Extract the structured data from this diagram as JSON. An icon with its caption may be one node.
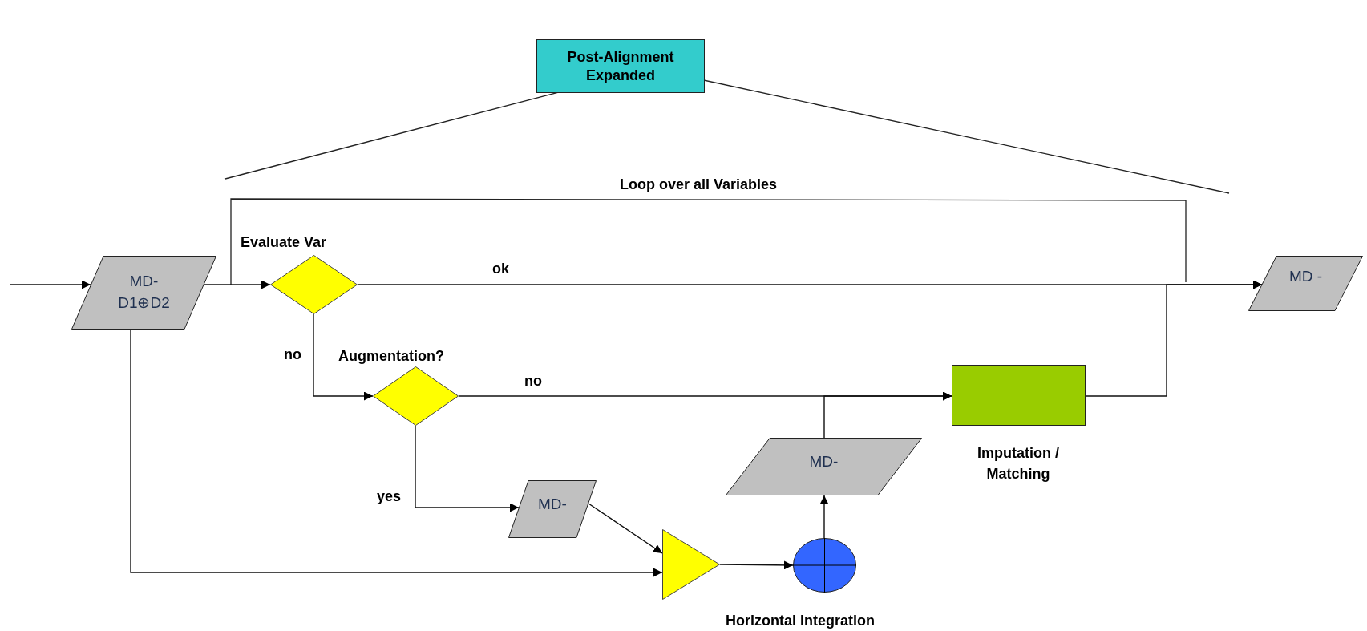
{
  "diagram": {
    "nodes": [
      {
        "text": [
          "Post-Alignment Expanded"
        ]
      },
      {
        "text": [
          "MD- D1⊕D2"
        ]
      },
      {
        "text": [],
        "shape": "diamond",
        "beside": [
          "Evaluate Var"
        ]
      },
      {
        "text": [],
        "shape": "diamond",
        "beside": [
          "Augmentation?"
        ]
      },
      {
        "text": [],
        "shape": "box",
        "beside": [
          "Imputation / Matching"
        ]
      },
      {
        "text": [
          "MD -"
        ]
      },
      {
        "text": [
          "MD-"
        ]
      },
      {
        "text": [
          "MD-"
        ]
      },
      {
        "text": [],
        "shape": "triangle"
      },
      {
        "text": [],
        "shape": "circle",
        "beside": [
          "Horizontal Integration"
        ]
      }
    ],
    "edges": [
      {
        "from": null,
        "to": 1,
        "arrow": "to"
      },
      {
        "from": 1,
        "to": 2,
        "arrow": "to"
      },
      {
        "from": 2,
        "to": 5,
        "arrow": "to",
        "label": "ok"
      },
      {
        "from": 2,
        "to": 3,
        "arrow": "to",
        "label": "no"
      },
      {
        "from": 3,
        "to": 4,
        "arrow": "to",
        "label": "no"
      },
      {
        "from": 3,
        "to": 7,
        "arrow": "to",
        "label": "yes"
      },
      {
        "from": 7,
        "to": 8,
        "arrow": "to"
      },
      {
        "from": 1,
        "to": 8,
        "arrow": "to"
      },
      {
        "from": 8,
        "to": 9,
        "arrow": "to"
      },
      {
        "from": 9,
        "to": 6,
        "arrow": "to"
      },
      {
        "from": 6,
        "to": 4,
        "arrow": "to"
      },
      {
        "from": 4,
        "to": 5,
        "arrow": "to"
      }
    ],
    "labels": [
      "Loop over all Variables"
    ]
  }
}
